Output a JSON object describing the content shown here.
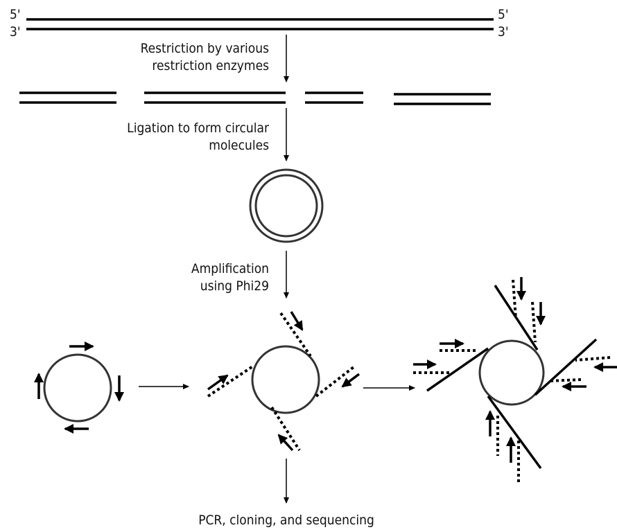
{
  "strand_labels": {
    "top_left": "5'",
    "bottom_left": "3'",
    "top_right": "5'",
    "bottom_right": "3'"
  },
  "steps": {
    "restriction": [
      "Restriction by various",
      "restriction enzymes"
    ],
    "ligation": [
      "Ligation to form circular",
      "molecules"
    ],
    "amplification": [
      "Amplification",
      "using Phi29"
    ],
    "final": "PCR, cloning, and sequencing"
  }
}
